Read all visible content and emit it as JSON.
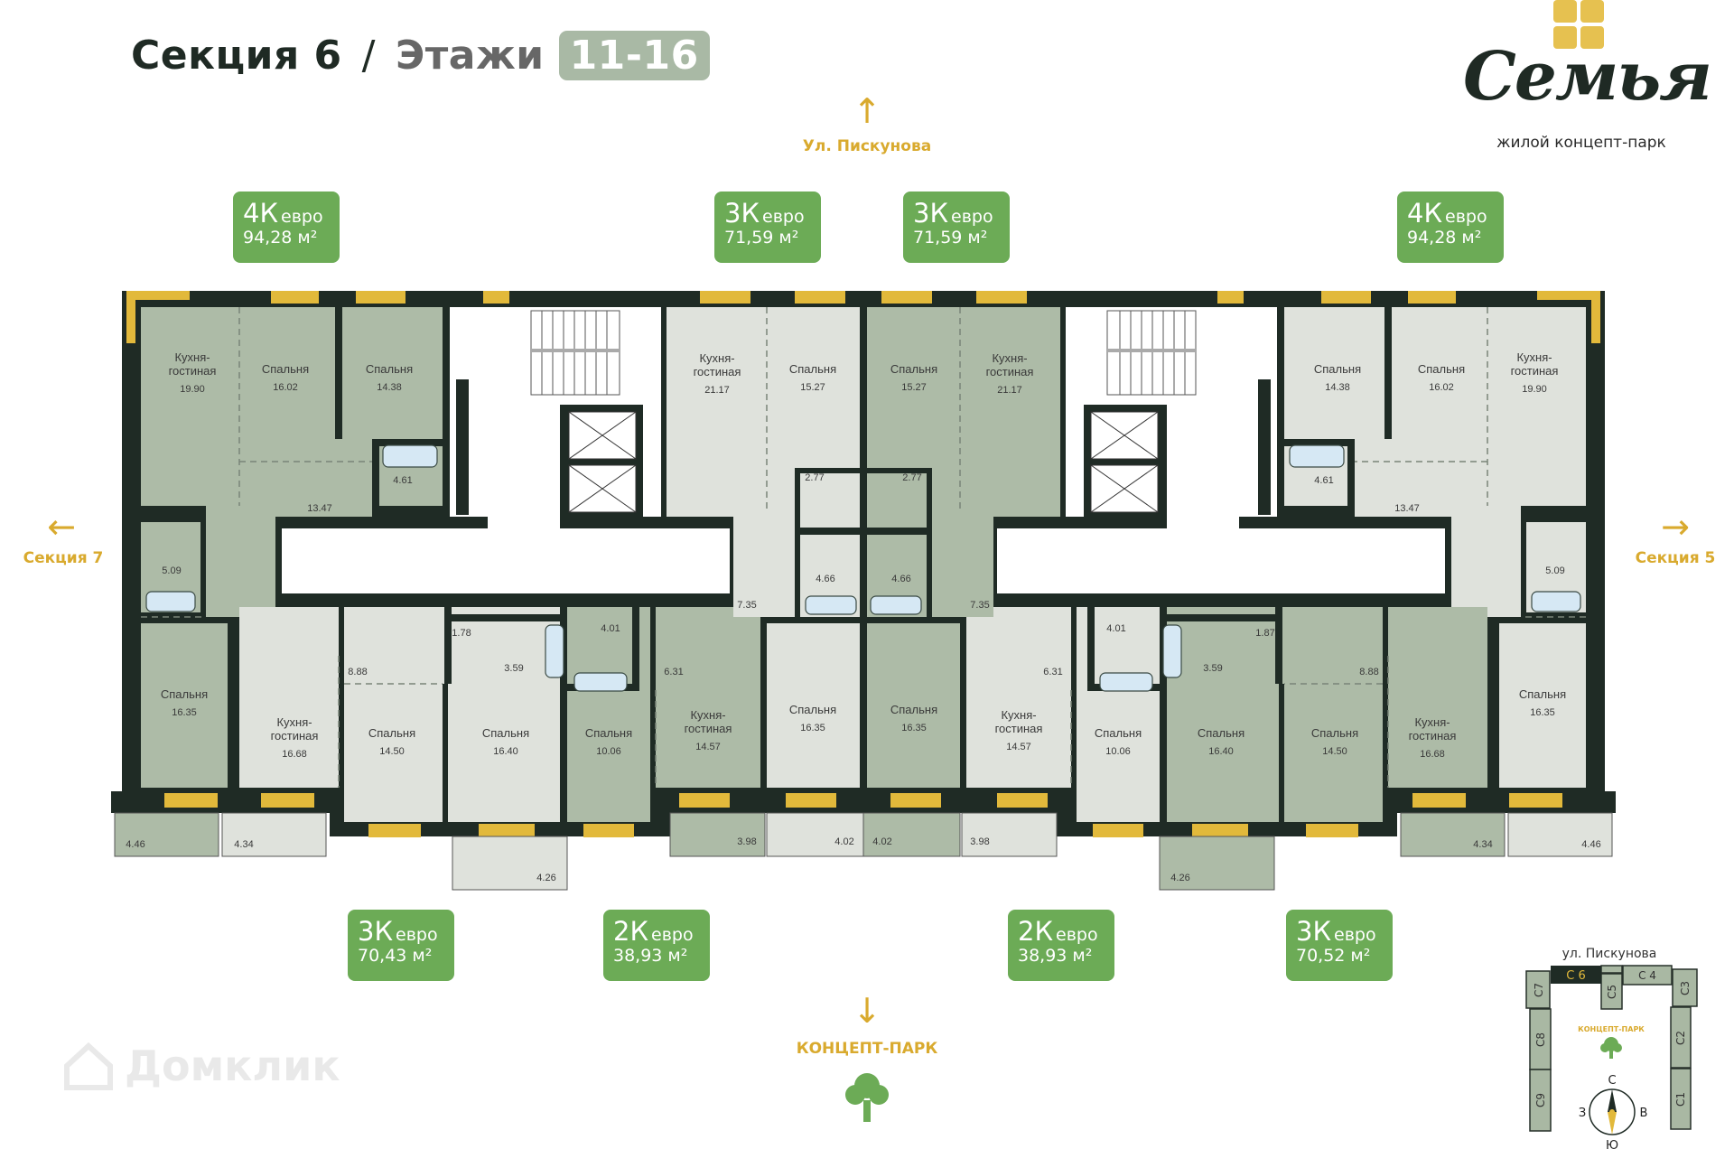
{
  "header": {
    "section": "Секция 6",
    "separator": "/",
    "floors_label": "Этажи",
    "floors": "11-16"
  },
  "logo": {
    "word": "Семья",
    "subtitle": "жилой концепт-парк"
  },
  "directions": {
    "north": "Ул. Пискунова",
    "west": "Секция 7",
    "east": "Секция 5",
    "south": "КОНЦЕПТ-ПАРК",
    "north_icon": "arrow-up",
    "west_icon": "arrow-left",
    "east_icon": "arrow-right",
    "south_icon": "arrow-down",
    "park_icon": "tree"
  },
  "colors": {
    "accent_green": "#6cab56",
    "wall": "#1f2b25",
    "window": "#e2b93b",
    "room_dark": "#adbba7",
    "room_light": "#dfe2dc",
    "direction": "#d9aa2e"
  },
  "badges_top": [
    {
      "rooms": "4К",
      "unit": "евро",
      "area": "94,28 м²"
    },
    {
      "rooms": "3К",
      "unit": "евро",
      "area": "71,59 м²"
    },
    {
      "rooms": "3К",
      "unit": "евро",
      "area": "71,59 м²"
    },
    {
      "rooms": "4К",
      "unit": "евро",
      "area": "94,28 м²"
    }
  ],
  "badges_bottom": [
    {
      "rooms": "3К",
      "unit": "евро",
      "area": "70,43 м²"
    },
    {
      "rooms": "2К",
      "unit": "евро",
      "area": "38,93 м²"
    },
    {
      "rooms": "2К",
      "unit": "евро",
      "area": "38,93 м²"
    },
    {
      "rooms": "3К",
      "unit": "евро",
      "area": "70,52 м²"
    }
  ],
  "plan": {
    "left": [
      {
        "name": [
          "Кухня-",
          "гостиная"
        ],
        "area": "19.90"
      },
      {
        "name": [
          "Спальня"
        ],
        "area": "16.02"
      },
      {
        "name": [
          "Спальня"
        ],
        "area": "14.38"
      },
      {
        "area": "4.61"
      },
      {
        "area": "13.47"
      },
      {
        "area": "5.09"
      },
      {
        "name": [
          "Спальня"
        ],
        "area": "16.35"
      },
      {
        "name": [
          "Кухня-",
          "гостиная"
        ],
        "area": "16.68"
      },
      {
        "area": "8.88"
      },
      {
        "area": "1.78"
      },
      {
        "area": "3.59"
      },
      {
        "name": [
          "Спальня"
        ],
        "area": "14.50"
      },
      {
        "name": [
          "Спальня"
        ],
        "area": "16.40"
      },
      {
        "area": "4.01"
      },
      {
        "area": "6.31"
      },
      {
        "name": [
          "Спальня"
        ],
        "area": "10.06"
      },
      {
        "name": [
          "Кухня-",
          "гостиная"
        ],
        "area": "14.57"
      },
      {
        "name": [
          "Кухня-",
          "гостиная"
        ],
        "area": "21.17"
      },
      {
        "name": [
          "Спальня"
        ],
        "area": "15.27"
      },
      {
        "area": "2.77"
      },
      {
        "area": "4.66"
      },
      {
        "area": "7.35"
      },
      {
        "name": [
          "Спальня"
        ],
        "area": "16.35"
      },
      {
        "area": "4.46"
      },
      {
        "area": "4.34"
      },
      {
        "area": "4.26"
      },
      {
        "area": "3.98"
      },
      {
        "area": "4.02"
      }
    ],
    "right": [
      {
        "name": [
          "Кухня-",
          "гостиная"
        ],
        "area": "19.90"
      },
      {
        "name": [
          "Спальня"
        ],
        "area": "16.02"
      },
      {
        "name": [
          "Спальня"
        ],
        "area": "14.38"
      },
      {
        "area": "4.61"
      },
      {
        "area": "13.47"
      },
      {
        "area": "5.09"
      },
      {
        "name": [
          "Спальня"
        ],
        "area": "16.35"
      },
      {
        "name": [
          "Кухня-",
          "гостиная"
        ],
        "area": "16.68"
      },
      {
        "area": "8.88"
      },
      {
        "area": "1.87"
      },
      {
        "area": "3.59"
      },
      {
        "name": [
          "Спальня"
        ],
        "area": "14.50"
      },
      {
        "name": [
          "Спальня"
        ],
        "area": "16.40"
      },
      {
        "area": "4.01"
      },
      {
        "area": "6.31"
      },
      {
        "name": [
          "Спальня"
        ],
        "area": "10.06"
      },
      {
        "name": [
          "Кухня-",
          "гостиная"
        ],
        "area": "14.57"
      },
      {
        "name": [
          "Кухня-",
          "гостиная"
        ],
        "area": "21.17"
      },
      {
        "name": [
          "Спальня"
        ],
        "area": "15.27"
      },
      {
        "area": "2.77"
      },
      {
        "area": "4.66"
      },
      {
        "area": "7.35"
      },
      {
        "name": [
          "Спальня"
        ],
        "area": "16.35"
      },
      {
        "area": "4.46"
      },
      {
        "area": "4.34"
      },
      {
        "area": "4.26"
      },
      {
        "area": "3.98"
      },
      {
        "area": "4.02"
      }
    ]
  },
  "minimap": {
    "street": "ул. Пискунова",
    "current": "С 6",
    "sections": {
      "c7": "С7",
      "c5": "С5",
      "c4": "С 4",
      "c3": "С3",
      "c8": "С8",
      "c9": "С9",
      "c2": "С2",
      "c1": "С1"
    },
    "park": "КОНЦЕПТ-ПАРК",
    "compass": {
      "n": "С",
      "s": "Ю",
      "w": "З",
      "e": "В"
    }
  },
  "watermark": "Домклик"
}
